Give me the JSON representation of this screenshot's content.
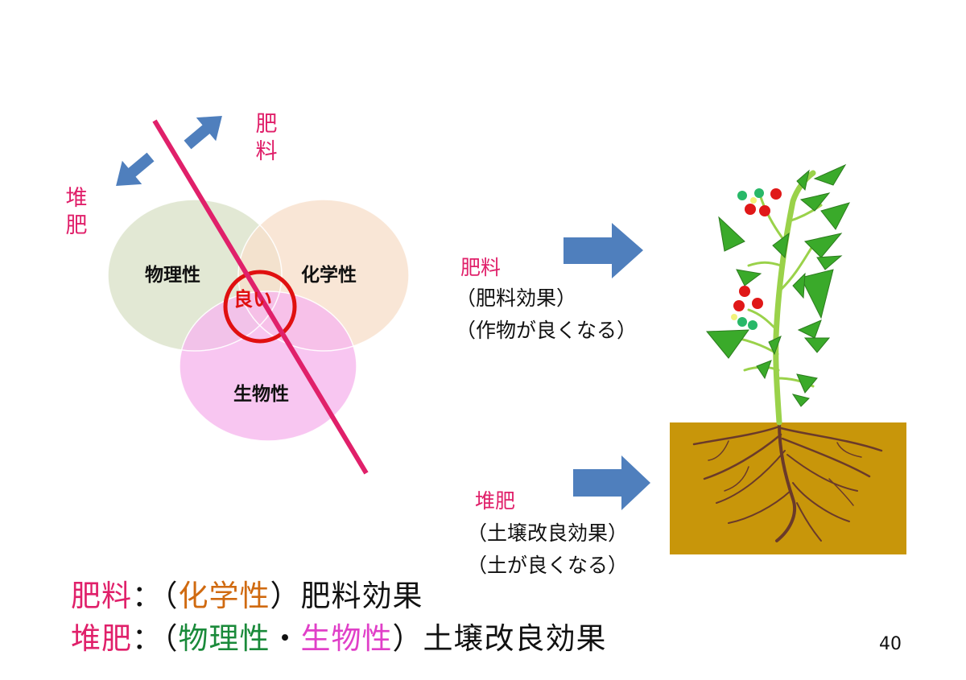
{
  "colors": {
    "magenta": "#e0206a",
    "orange": "#d06a10",
    "green": "#1a8a3a",
    "pink": "#e040c8",
    "arrow": "#4f7fbd",
    "red_circle": "#e01010",
    "soil": "#c8960a",
    "root": "#6a3a2a",
    "leaf": "#3aaa2a",
    "stem": "#9ad24a",
    "tomato": "#e01818",
    "unripe": "#28b868",
    "venn_physical": "#dfe6cf",
    "venn_chemical": "#f8e0cc",
    "venn_biological": "#f6b8ee"
  },
  "diagram": {
    "fertilizer_vertical": [
      "肥",
      "料"
    ],
    "compost_vertical": [
      "堆",
      "肥"
    ],
    "venn": {
      "physical": "物理性",
      "chemical": "化学性",
      "biological": "生物性",
      "good": "良い"
    },
    "arrow_icons": [
      "arrow-up-right-icon",
      "arrow-down-left-icon",
      "arrow-right-icon"
    ]
  },
  "right": {
    "fertilizer": {
      "title": "肥料",
      "line1": "（肥料効果）",
      "line2": "（作物が良くなる）"
    },
    "compost": {
      "title": "堆肥",
      "line1": "（土壌改良効果）",
      "line2": "（土が良くなる）"
    }
  },
  "bottom": {
    "line1": {
      "label": "肥料",
      "colon": "：",
      "open": "（",
      "chem": "化学性",
      "close": "）",
      "effect": "肥料効果"
    },
    "line2": {
      "label": "堆肥",
      "colon": "：",
      "open": "（",
      "phys": "物理性",
      "dot": "・",
      "bio": "生物性",
      "close": "）",
      "effect": "土壌改良効果"
    }
  },
  "page_number": "40"
}
